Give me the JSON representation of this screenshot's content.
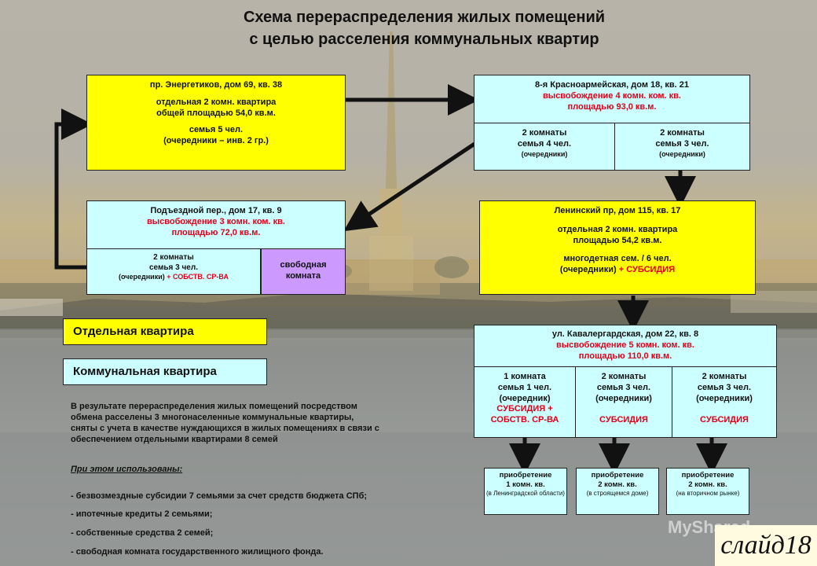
{
  "title_line1": "Схема перераспределения жилых помещений",
  "title_line2": "с целью расселения коммунальных квартир",
  "energetikov": {
    "line1": "пр. Энергетиков, дом 69, кв. 38",
    "line2": "отдельная 2 комн. квартира",
    "line3": "общей площадью 54,0 кв.м.",
    "line4": "семья 5 чел.",
    "line5": "(очередники – инв. 2 гр.)"
  },
  "krasnoarmeyskaya": {
    "line1": "8-я Красноармейская, дом 18, кв. 21",
    "line2": "высвобождение 4 комн. ком. кв.",
    "line3": "площадью 93,0 кв.м.",
    "cell1_a": "2 комнаты",
    "cell1_b": "семья 4 чел.",
    "cell1_c": "(очередники)",
    "cell2_a": "2 комнаты",
    "cell2_b": "семья 3 чел.",
    "cell2_c": "(очередники)"
  },
  "podezdnoy": {
    "line1": "Подъездной пер., дом 17, кв. 9",
    "line2": "высвобождение 3 комн. ком. кв.",
    "line3": "площадью 72,0 кв.м.",
    "cell1_a": "2 комнаты",
    "cell1_b": "семья 3 чел.",
    "cell1_c": "(очередники)",
    "cell1_d": "+ СОБСТВ. СР-ВА",
    "cell2_a": "свободная",
    "cell2_b": "комната"
  },
  "leninsky": {
    "line1": "Ленинский пр, дом 115, кв. 17",
    "line2": "отдельная 2 комн. квартира",
    "line3": "площадью 54,2 кв.м.",
    "line4": "многодетная сем. / 6 чел.",
    "line5": "(очередники)",
    "line5_red": "+ СУБСИДИЯ"
  },
  "kavalergardskaya": {
    "line1": "ул. Кавалергардская, дом 22, кв. 8",
    "line2": "высвобождение 5 комн. ком. кв.",
    "line3": "площадью 110,0 кв.м.",
    "cell1_a": "1 комната",
    "cell1_b": "семья 1 чел.",
    "cell1_c": "(очередник)",
    "cell1_d": "СУБСИДИЯ +",
    "cell1_e": "СОБСТВ. СР-ВА",
    "cell2_a": "2 комнаты",
    "cell2_b": "семья 3 чел.",
    "cell2_c": "(очередники)",
    "cell2_d": "СУБСИДИЯ",
    "cell3_a": "2 комнаты",
    "cell3_b": "семья 3 чел.",
    "cell3_c": "(очередники)",
    "cell3_d": "СУБСИДИЯ"
  },
  "legend": {
    "separate": "Отдельная квартира",
    "communal": "Коммунальная квартира"
  },
  "info": {
    "p1": "В результате перераспределения жилых помещений посредством",
    "p2": "обмена расселены 3 многонаселенные коммунальные квартиры,",
    "p3": "сняты с учета в качестве нуждающихся в жилых помещениях в связи с",
    "p4": "обеспечением отдельными квартирами 8 семей",
    "used": "При этом использованы:",
    "item1": "- безвозмездные субсидии 7 семьями за счет средств бюджета СПб;",
    "item2": "- ипотечные кредиты 2 семьями;",
    "item3": "- собственные средства 2 семей;",
    "item4": "- свободная комната государственного жилищного фонда."
  },
  "purchases": [
    {
      "line1": "приобретение",
      "line2": "1 комн. кв.",
      "note": "(в Ленинградской области)"
    },
    {
      "line1": "приобретение",
      "line2": "2 комн. кв.",
      "note": "(в строящемся доме)"
    },
    {
      "line1": "приобретение",
      "line2": "2 комн. кв.",
      "note": "(на вторичном рынке)"
    }
  ],
  "watermark": "MyShared",
  "slide_label": "слайд18",
  "colors": {
    "separate_flat": "#ffff00",
    "communal_flat": "#ccffff",
    "free_room": "#cc99ff",
    "highlight": "#e0001a"
  }
}
